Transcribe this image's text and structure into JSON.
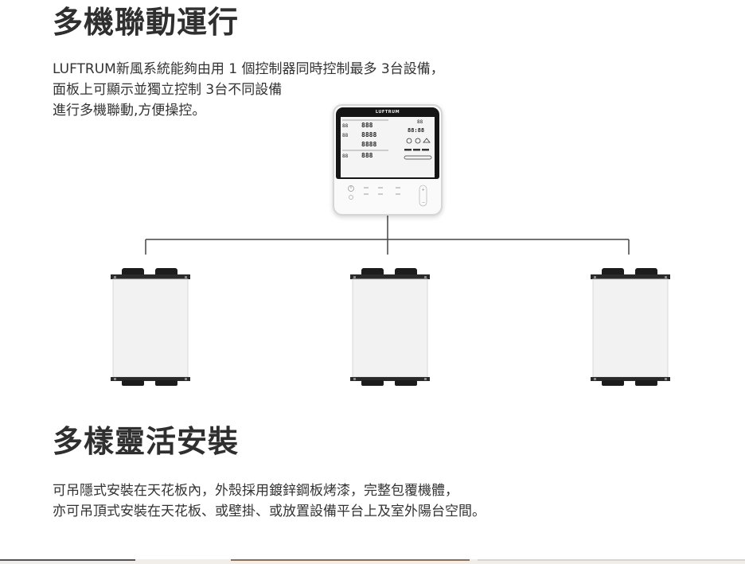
{
  "section1": {
    "title": "多機聯動運行",
    "lines": [
      "LUFTRUM新風系統能夠由用 1 個控制器同時控制最多 3台設備，",
      "面板上可顯示並獨立控制 3台不同設備",
      "進行多機聯動,方便操控。"
    ]
  },
  "controller": {
    "brand": "LUFTRUM",
    "readouts": [
      "88",
      "888",
      "8888",
      "8888",
      "888",
      "88",
      "88:88"
    ]
  },
  "section2": {
    "title": "多樣靈活安裝",
    "lines": [
      "可吊隱式安裝在天花板內，外殼採用鍍鋅鋼板烤漆，完整包覆機體，",
      "亦可吊頂式安裝在天花板、或壁掛、或放置設備平台上及室外陽台空間。"
    ]
  },
  "colors": {
    "title": "#2f2f2f",
    "wire": "#444444",
    "duct": "#1c1c1c",
    "unit_body": "#f2f2f2"
  },
  "icons": [
    "power-icon",
    "mode-icon",
    "fan-icon",
    "up-icon",
    "down-icon"
  ]
}
